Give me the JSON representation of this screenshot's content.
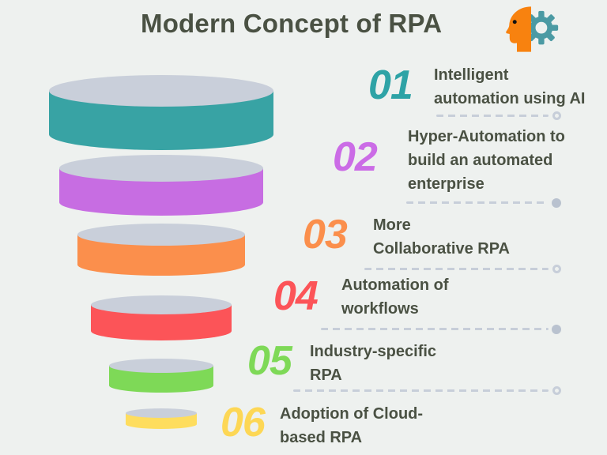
{
  "theme": {
    "background": "#eef1ef",
    "text_color": "#4a5143",
    "disc_top_color": "#c9cfda",
    "separator_line_color": "#c7ced9",
    "separator_dot_color": "#b9c2cf"
  },
  "header": {
    "title": "Modern Concept of RPA"
  },
  "icon": {
    "name": "human-head-with-gear",
    "head_color": "#f8820f",
    "gear_color": "#4b9aa3",
    "eye_color": "#111111"
  },
  "funnel": {
    "disc_top_color": "#c9cfda",
    "levels": [
      {
        "rank": 1,
        "color": "#38a3a4"
      },
      {
        "rank": 2,
        "color": "#c76de2"
      },
      {
        "rank": 3,
        "color": "#fb8f4c"
      },
      {
        "rank": 4,
        "color": "#fc5458"
      },
      {
        "rank": 5,
        "color": "#7ed957"
      },
      {
        "rank": 6,
        "color": "#fedd5e"
      }
    ]
  },
  "items": [
    {
      "number": "01",
      "color": "#2ea3a6",
      "lines": [
        "Intelligent",
        "automation using AI"
      ],
      "separator_end": "ring"
    },
    {
      "number": "02",
      "color": "#cb6ce6",
      "lines": [
        "Hyper-Automation to",
        "build an automated",
        "enterprise"
      ],
      "separator_end": "dot"
    },
    {
      "number": "03",
      "color": "#fb8f4c",
      "lines": [
        "More",
        "Collaborative RPA"
      ],
      "separator_end": "ring"
    },
    {
      "number": "04",
      "color": "#fc5458",
      "lines": [
        "Automation of",
        "workflows"
      ],
      "separator_end": "dot"
    },
    {
      "number": "05",
      "color": "#7ed957",
      "lines": [
        "Industry-specific",
        "RPA"
      ],
      "separator_end": "ring"
    },
    {
      "number": "06",
      "color": "#fdd755",
      "lines": [
        "Adoption of Cloud-",
        "based RPA"
      ],
      "separator_end": "none"
    }
  ]
}
